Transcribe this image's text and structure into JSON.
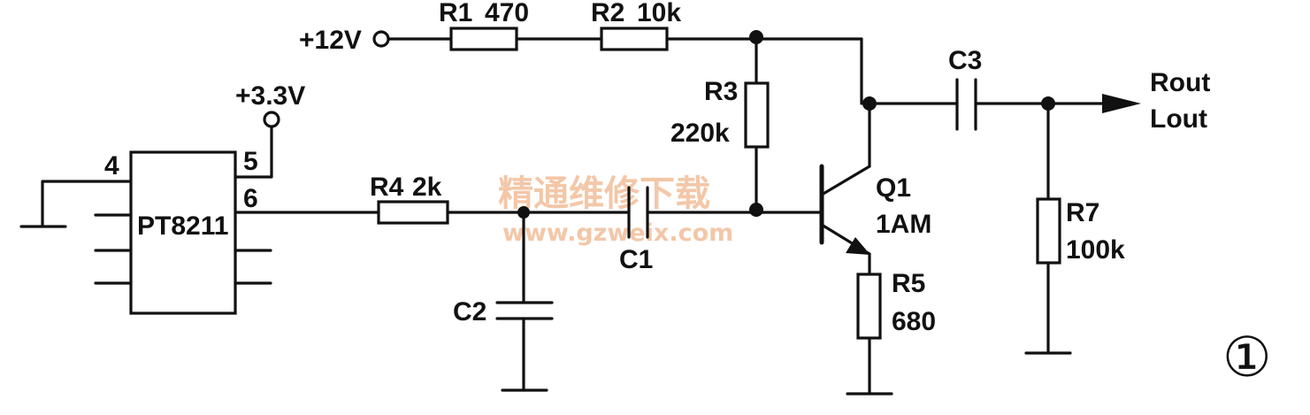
{
  "components": {
    "ic": {
      "name": "PT8211",
      "pins": [
        "4",
        "5",
        "6"
      ]
    },
    "supply12": "+12V",
    "supply33": "+3.3V",
    "r1": {
      "ref": "R1",
      "value": "470"
    },
    "r2": {
      "ref": "R2",
      "value": "10k"
    },
    "r3": {
      "ref": "R3",
      "value": "220k"
    },
    "r4": {
      "ref": "R4",
      "value": "2k"
    },
    "r5": {
      "ref": "R5",
      "value": "680"
    },
    "r7": {
      "ref": "R7",
      "value": "100k"
    },
    "c1": "C1",
    "c2": "C2",
    "c3": "C3",
    "q1": {
      "ref": "Q1",
      "type": "1AM"
    },
    "outputs": [
      "Rout",
      "Lout"
    ]
  },
  "figure_number": "①",
  "watermark": {
    "text": "精通维修下载",
    "url": "www.gzweix.com",
    "color": "#f3c7a8"
  }
}
